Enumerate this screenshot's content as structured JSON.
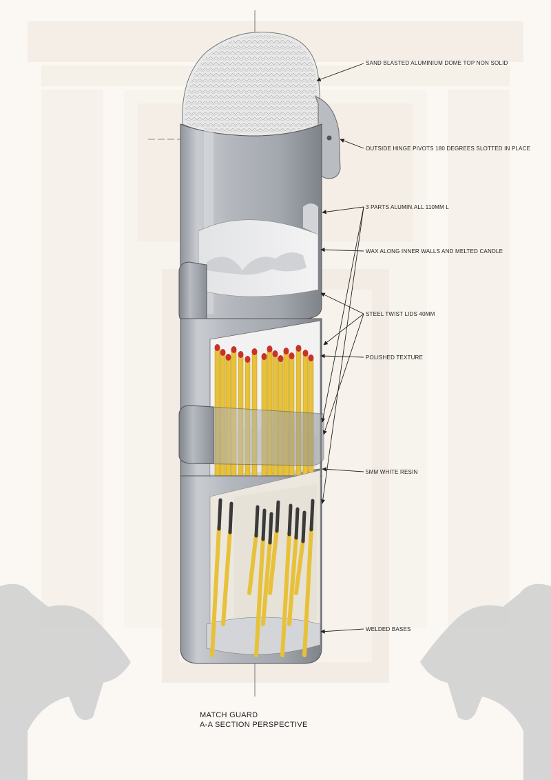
{
  "callouts": {
    "dome_top": "SAND BLASTED  ALUMINIUM DOME TOP NON SOLID",
    "hinge": "OUTSIDE HINGE PIVOTS 180 DEGREES SLOTTED IN PLACE",
    "parts": "3 PARTS ALUMIN.ALL 110MM L",
    "wax": "WAX ALONG INNER WALLS AND MELTED CANDLE",
    "lids": "STEEL TWIST LIDS 40MM",
    "texture": "POLISHED TEXTURE",
    "resin": "5MM WHITE RESIN",
    "bases": "WELDED BASES"
  },
  "caption": {
    "title": "MATCH GUARD",
    "subtitle": "A-A  SECTION PERSPECTIVE"
  },
  "colors": {
    "background": "#fbf8f4",
    "aluminium": "#a9adb3",
    "match_stick": "#e8c13a",
    "match_head": "#c8322a",
    "burnt_head": "#3a3a3a",
    "resin": "#f4f4f2"
  }
}
